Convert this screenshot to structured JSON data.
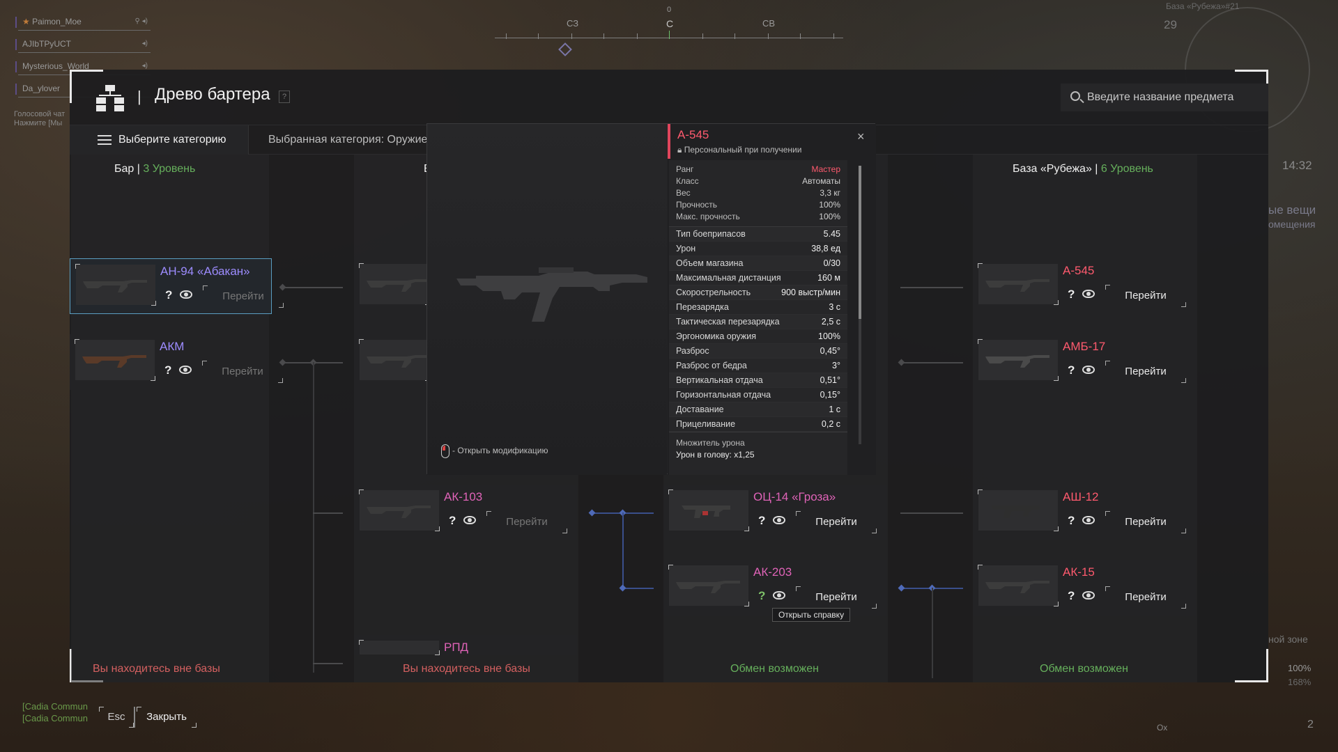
{
  "hud": {
    "players": [
      "Paimon_Moe",
      "AJIbTPyUCT",
      "Mysterious_World",
      "Da_ylover"
    ],
    "voice_chat": [
      "Голосовой чат",
      "Нажмите [Мы"
    ],
    "compass": {
      "labels": [
        "СЗ",
        "С",
        "СВ"
      ],
      "heading": "0"
    },
    "top_right_label": "База «Рубежа»#21",
    "top_right_num": "29",
    "clock": "14:32",
    "side_text": [
      "ые вещи",
      "омещения"
    ],
    "zone_text": "ной зоне",
    "pct1": "100%",
    "pct2": "168%",
    "bottom_right": "Ох",
    "bottom_right_num": "2",
    "chat": [
      "[Cadia Commun",
      "[Cadia Commun"
    ]
  },
  "panel": {
    "title": "Древо бартера",
    "help": "?",
    "search_placeholder": "Введите название предмета",
    "category_button": "Выберите категорию",
    "selected_category": "Выбранная категория: Оружие"
  },
  "columns": [
    {
      "name": "Бар",
      "level": "3 Уровень",
      "footer": "Вы находитесь вне базы",
      "footer_color": "#d46060"
    },
    {
      "name": "Е",
      "level": "",
      "footer": "Вы находитесь вне базы",
      "footer_color": "#d46060"
    },
    {
      "name": "",
      "level": "",
      "footer": "Обмен возможен",
      "footer_color": "#66b05c"
    },
    {
      "name": "База «Рубежа»",
      "level": "6 Уровень",
      "footer": "Обмен возможен",
      "footer_color": "#66b05c"
    }
  ],
  "cards": [
    {
      "name": "АН-94 «Абакан»",
      "color": "#9d8cff",
      "go": "Перейти",
      "enabled": false
    },
    {
      "name": "АКМ",
      "color": "#9d8cff",
      "go": "Перейти",
      "enabled": false
    },
    {
      "name": "АК-103",
      "color": "#e063b8",
      "go": "Перейти",
      "enabled": false
    },
    {
      "name": "РПД",
      "color": "#e063b8",
      "go": "",
      "enabled": false
    },
    {
      "name": "ОЦ-14 «Гроза»",
      "color": "#e063b8",
      "go": "Перейти",
      "enabled": true
    },
    {
      "name": "АК-203",
      "color": "#e063b8",
      "go": "Перейти",
      "enabled": true
    },
    {
      "name": "А-545",
      "color": "#ff5a6e",
      "go": "Перейти",
      "enabled": true
    },
    {
      "name": "АМБ-17",
      "color": "#ff5a6e",
      "go": "Перейти",
      "enabled": true
    },
    {
      "name": "АШ-12",
      "color": "#ff5a6e",
      "go": "Перейти",
      "enabled": true
    },
    {
      "name": "АК-15",
      "color": "#ff5a6e",
      "go": "Перейти",
      "enabled": true
    }
  ],
  "popup": {
    "name": "А-545",
    "personal": "Персональный при получении",
    "close": "×",
    "mod_hint": "- Открыть модификацию",
    "basic": [
      {
        "k": "Ранг",
        "v": "Мастер"
      },
      {
        "k": "Класс",
        "v": "Автоматы"
      },
      {
        "k": "Вес",
        "v": "3,3 кг"
      },
      {
        "k": "Прочность",
        "v": "100%"
      },
      {
        "k": "Макс. прочность",
        "v": "100%"
      }
    ],
    "rank_color": "#ff5a6e",
    "stats": [
      {
        "k": "Тип боеприпасов",
        "v": "5.45"
      },
      {
        "k": "Урон",
        "v": "38,8 ед"
      },
      {
        "k": "Объем магазина",
        "v": "0/30"
      },
      {
        "k": "Максимальная дистанция",
        "v": "160 м"
      },
      {
        "k": "Скорострельность",
        "v": "900 выстр/мин"
      },
      {
        "k": "Перезарядка",
        "v": "3 с"
      },
      {
        "k": "Тактическая перезарядка",
        "v": "2,5 с"
      },
      {
        "k": "Эргономика оружия",
        "v": "100%"
      },
      {
        "k": "Разброс",
        "v": "0,45°"
      },
      {
        "k": "Разброс от бедра",
        "v": "3°"
      },
      {
        "k": "Вертикальная отдача",
        "v": "0,51°"
      },
      {
        "k": "Горизонтальная отдача",
        "v": "0,15°"
      },
      {
        "k": "Доставание",
        "v": "1 с"
      },
      {
        "k": "Прицеливание",
        "v": "0,2 с"
      }
    ],
    "mult_title": "Множитель урона",
    "mult_head": "Урон в голову: x1,25"
  },
  "tooltip": "Открыть справку",
  "footer": {
    "esc": "Esc",
    "close": "Закрыть"
  }
}
